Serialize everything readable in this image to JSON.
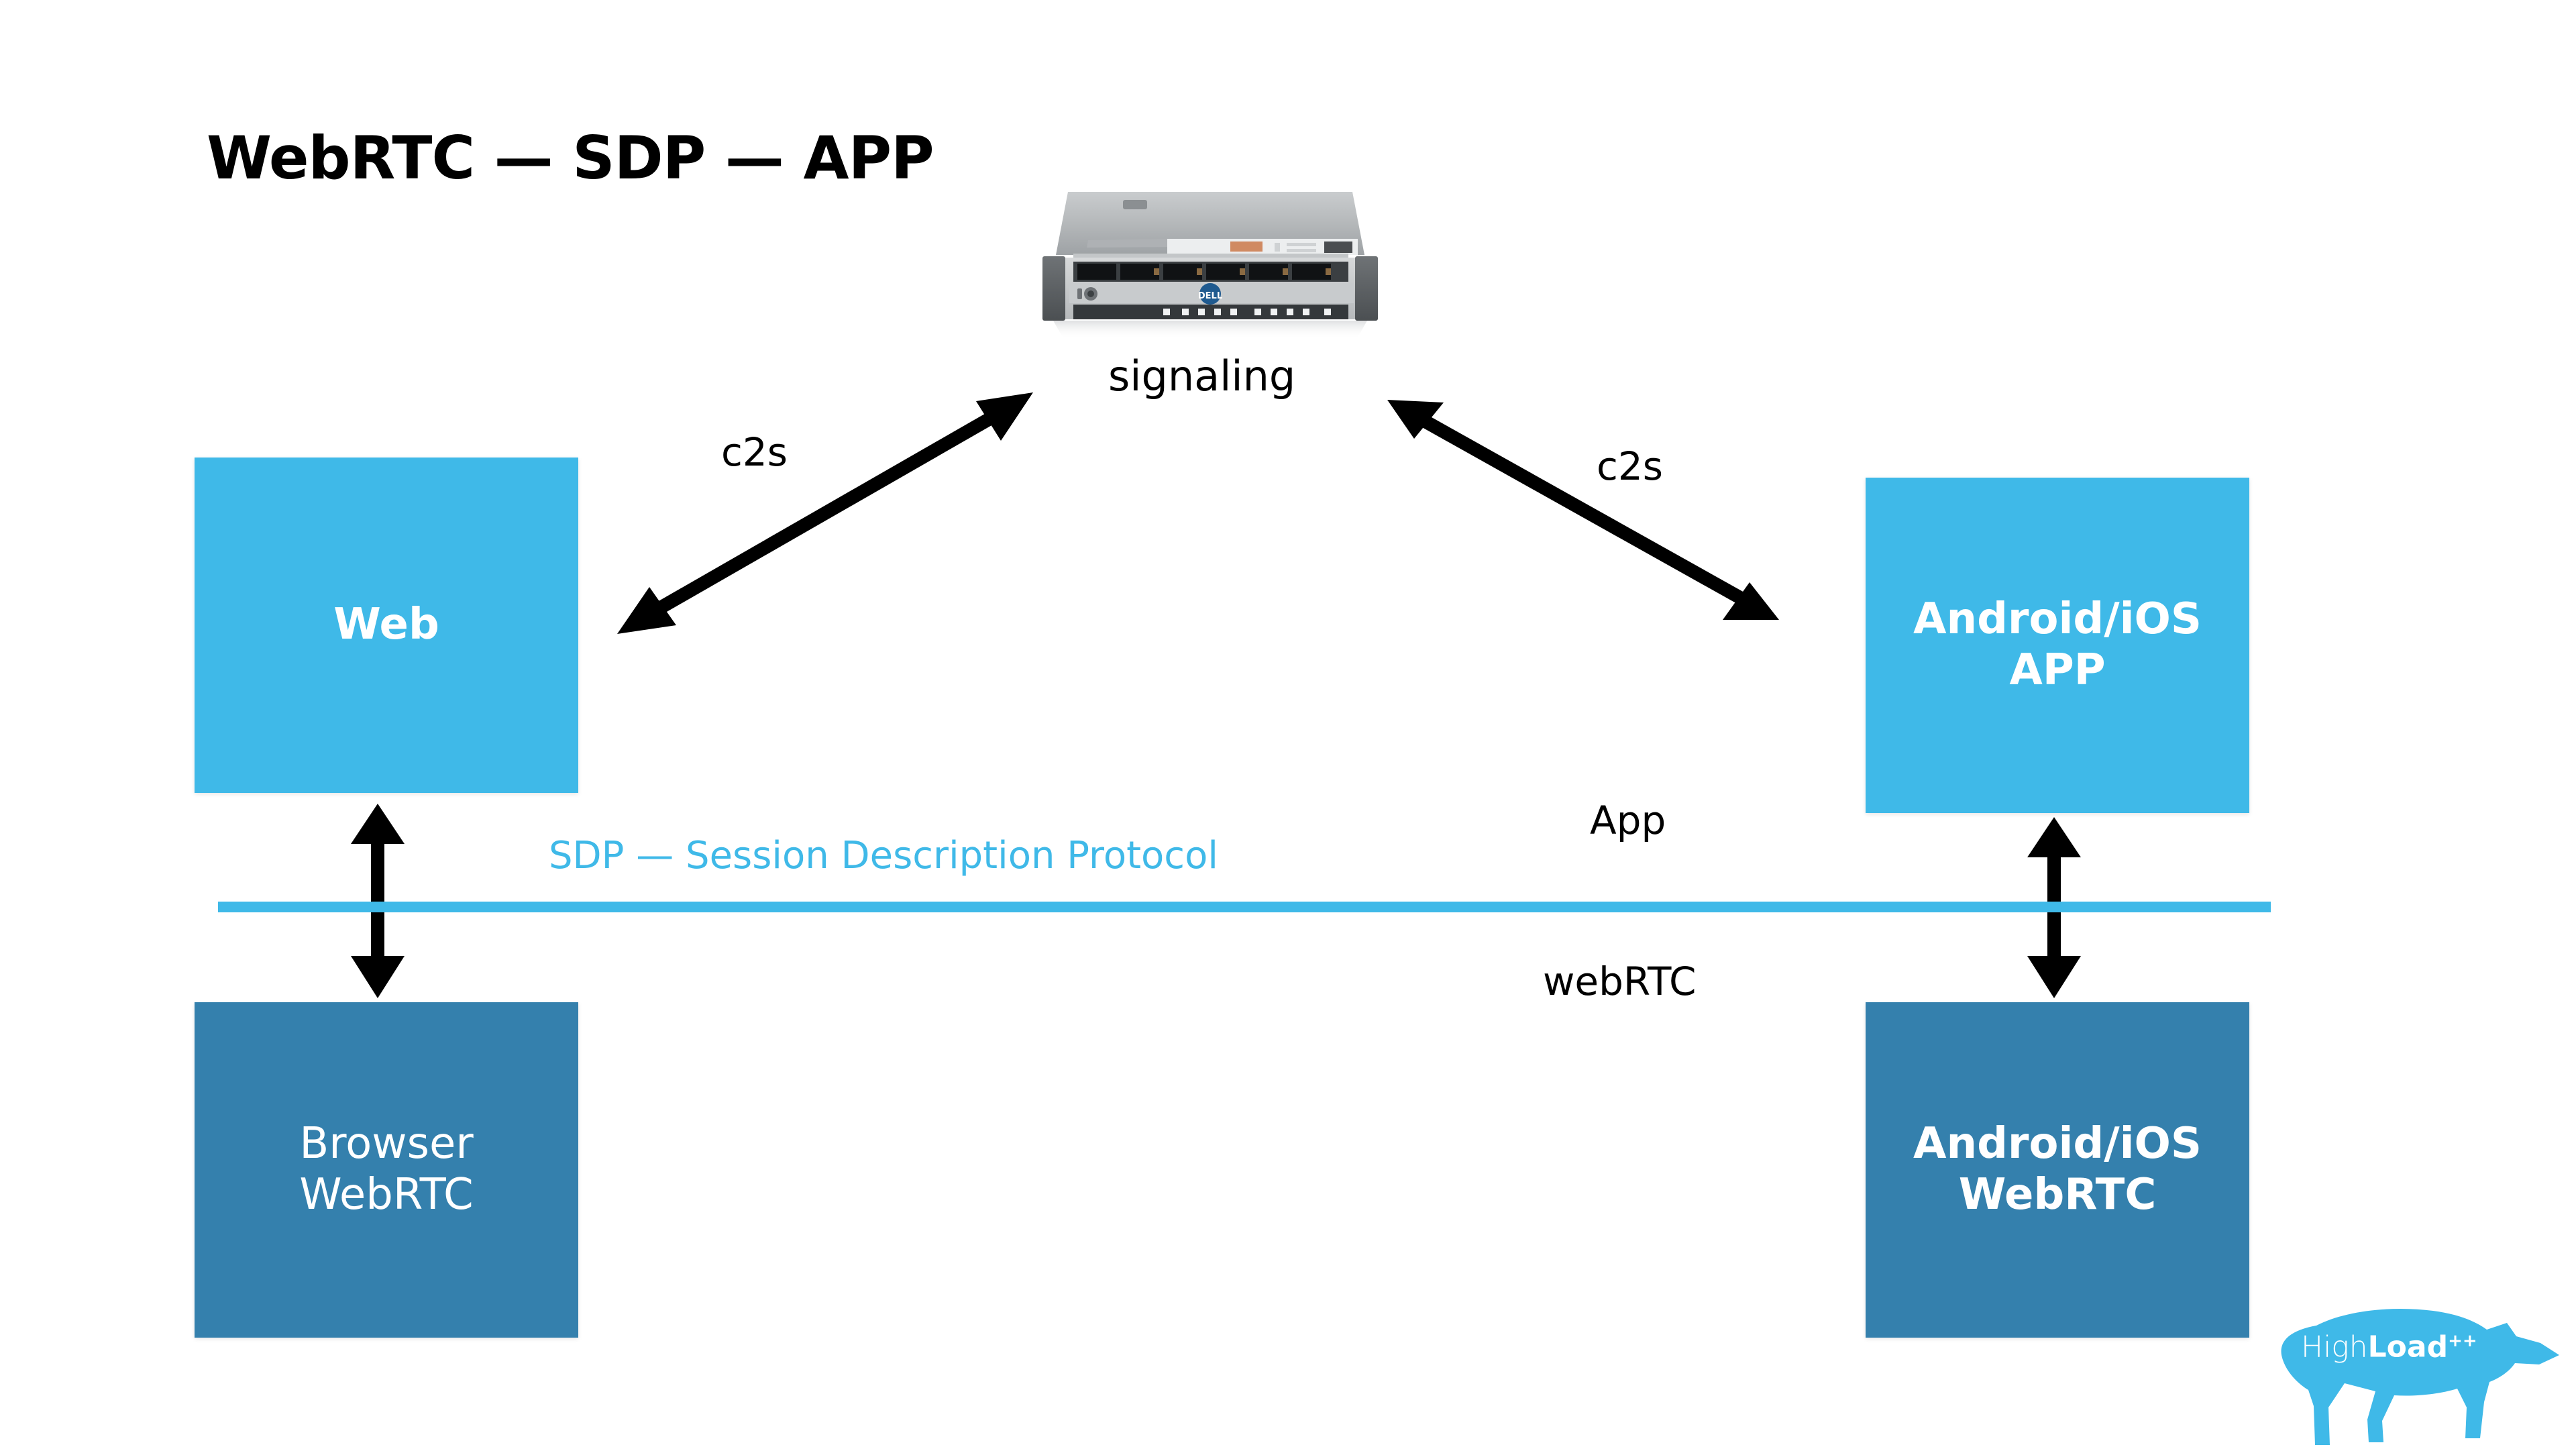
{
  "slide": {
    "title": "WebRTC — SDP — APP",
    "background_color": "#ffffff"
  },
  "palette": {
    "light_blue": "#3fb9e8",
    "dark_blue": "#3480ad",
    "arrow_black": "#000000",
    "title_black": "#000000"
  },
  "nodes": [
    {
      "id": "web",
      "label": "Web",
      "background": "#3fb9e8",
      "text_color": "#ffffff",
      "weight": "bold"
    },
    {
      "id": "browser-webrtc",
      "label": "Browser\nWebRTC",
      "background": "#3480ad",
      "text_color": "#ffffff",
      "weight": "regular"
    },
    {
      "id": "app",
      "label": "Android/iOS\nAPP",
      "background": "#3fb9e8",
      "text_color": "#ffffff",
      "weight": "bold"
    },
    {
      "id": "mobile-webrtc",
      "label": "Android/iOS\nWebRTC",
      "background": "#3480ad",
      "text_color": "#ffffff",
      "weight": "bold"
    }
  ],
  "server": {
    "label": "signaling",
    "icon": "rack-server-icon"
  },
  "connections": [
    {
      "id": "web-to-signaling",
      "label": "c2s",
      "style": "double-arrow-diagonal"
    },
    {
      "id": "app-to-signaling",
      "label": "c2s",
      "style": "double-arrow-diagonal"
    },
    {
      "id": "web-to-browser",
      "label": "",
      "style": "double-arrow-vertical"
    },
    {
      "id": "app-to-mobilewebrtc",
      "label": "",
      "style": "double-arrow-vertical"
    }
  ],
  "divider": {
    "label": "SDP — Session Description Protocol",
    "color": "#3fb9e8",
    "above_label": "App",
    "below_label": "webRTC"
  },
  "branding": {
    "name_light": "High",
    "name_bold": "Load",
    "suffix": "++",
    "mark": "bear-logo-icon",
    "color": "#3fb9e8"
  }
}
